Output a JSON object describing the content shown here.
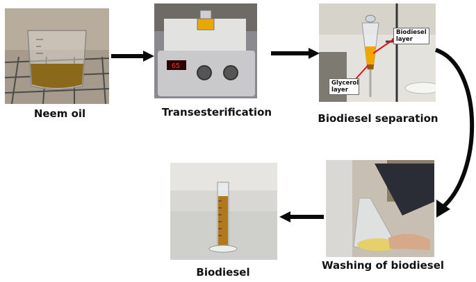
{
  "steps": [
    {
      "caption": "Neem oil"
    },
    {
      "caption": "Transesterification"
    },
    {
      "caption": "Biodiesel separation"
    },
    {
      "caption": "Washing of biodiesel"
    },
    {
      "caption": "Biodiesel"
    }
  ],
  "separation_labels": {
    "biodiesel_layer": "Biodiesel layer",
    "glycerol_layer": "Glycerol layer"
  },
  "hotplate_display": "65",
  "colors": {
    "arrow": "#0a0a0a",
    "oil": "#8a6a1a",
    "biodiesel_layer": "#f2a600",
    "callout_line": "#e01010"
  }
}
